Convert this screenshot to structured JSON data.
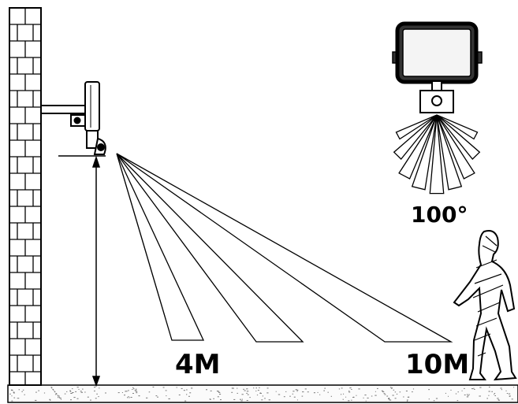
{
  "labels": {
    "angle": "100°",
    "near_distance": "4M",
    "far_distance": "10M"
  },
  "icons": {
    "wall": "brick-wall",
    "sensor": "pir-motion-sensor",
    "floodlight": "led-floodlight",
    "person": "walking-person"
  },
  "colors": {
    "ink": "#000000",
    "background": "#ffffff",
    "floodlight_face": "#f4f4f4"
  }
}
